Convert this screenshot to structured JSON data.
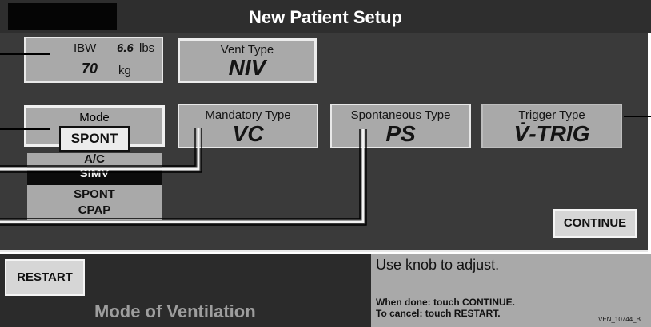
{
  "header": {
    "title": "New Patient Setup"
  },
  "ibw": {
    "label": "IBW",
    "lbs_value": "6.6",
    "lbs_unit": "lbs",
    "kg_value": "70",
    "kg_unit": "kg"
  },
  "vent_type": {
    "label": "Vent Type",
    "value": "NIV"
  },
  "mode": {
    "label": "Mode",
    "selected": "SPONT",
    "options": [
      "A/C",
      "SIMV",
      "SPONT",
      "CPAP"
    ]
  },
  "mandatory_type": {
    "label": "Mandatory Type",
    "value": "VC"
  },
  "spontaneous_type": {
    "label": "Spontaneous Type",
    "value": "PS"
  },
  "trigger_type": {
    "label": "Trigger Type",
    "value": "V̇-TRIG"
  },
  "buttons": {
    "continue": "CONTINUE",
    "restart": "RESTART"
  },
  "footer": {
    "caption": "Mode of Ventilation",
    "hint": "Use knob to adjust.",
    "done_text": "When done: touch CONTINUE.",
    "cancel_text": "To cancel: touch RESTART.",
    "figure_id": "VEN_10744_B"
  }
}
